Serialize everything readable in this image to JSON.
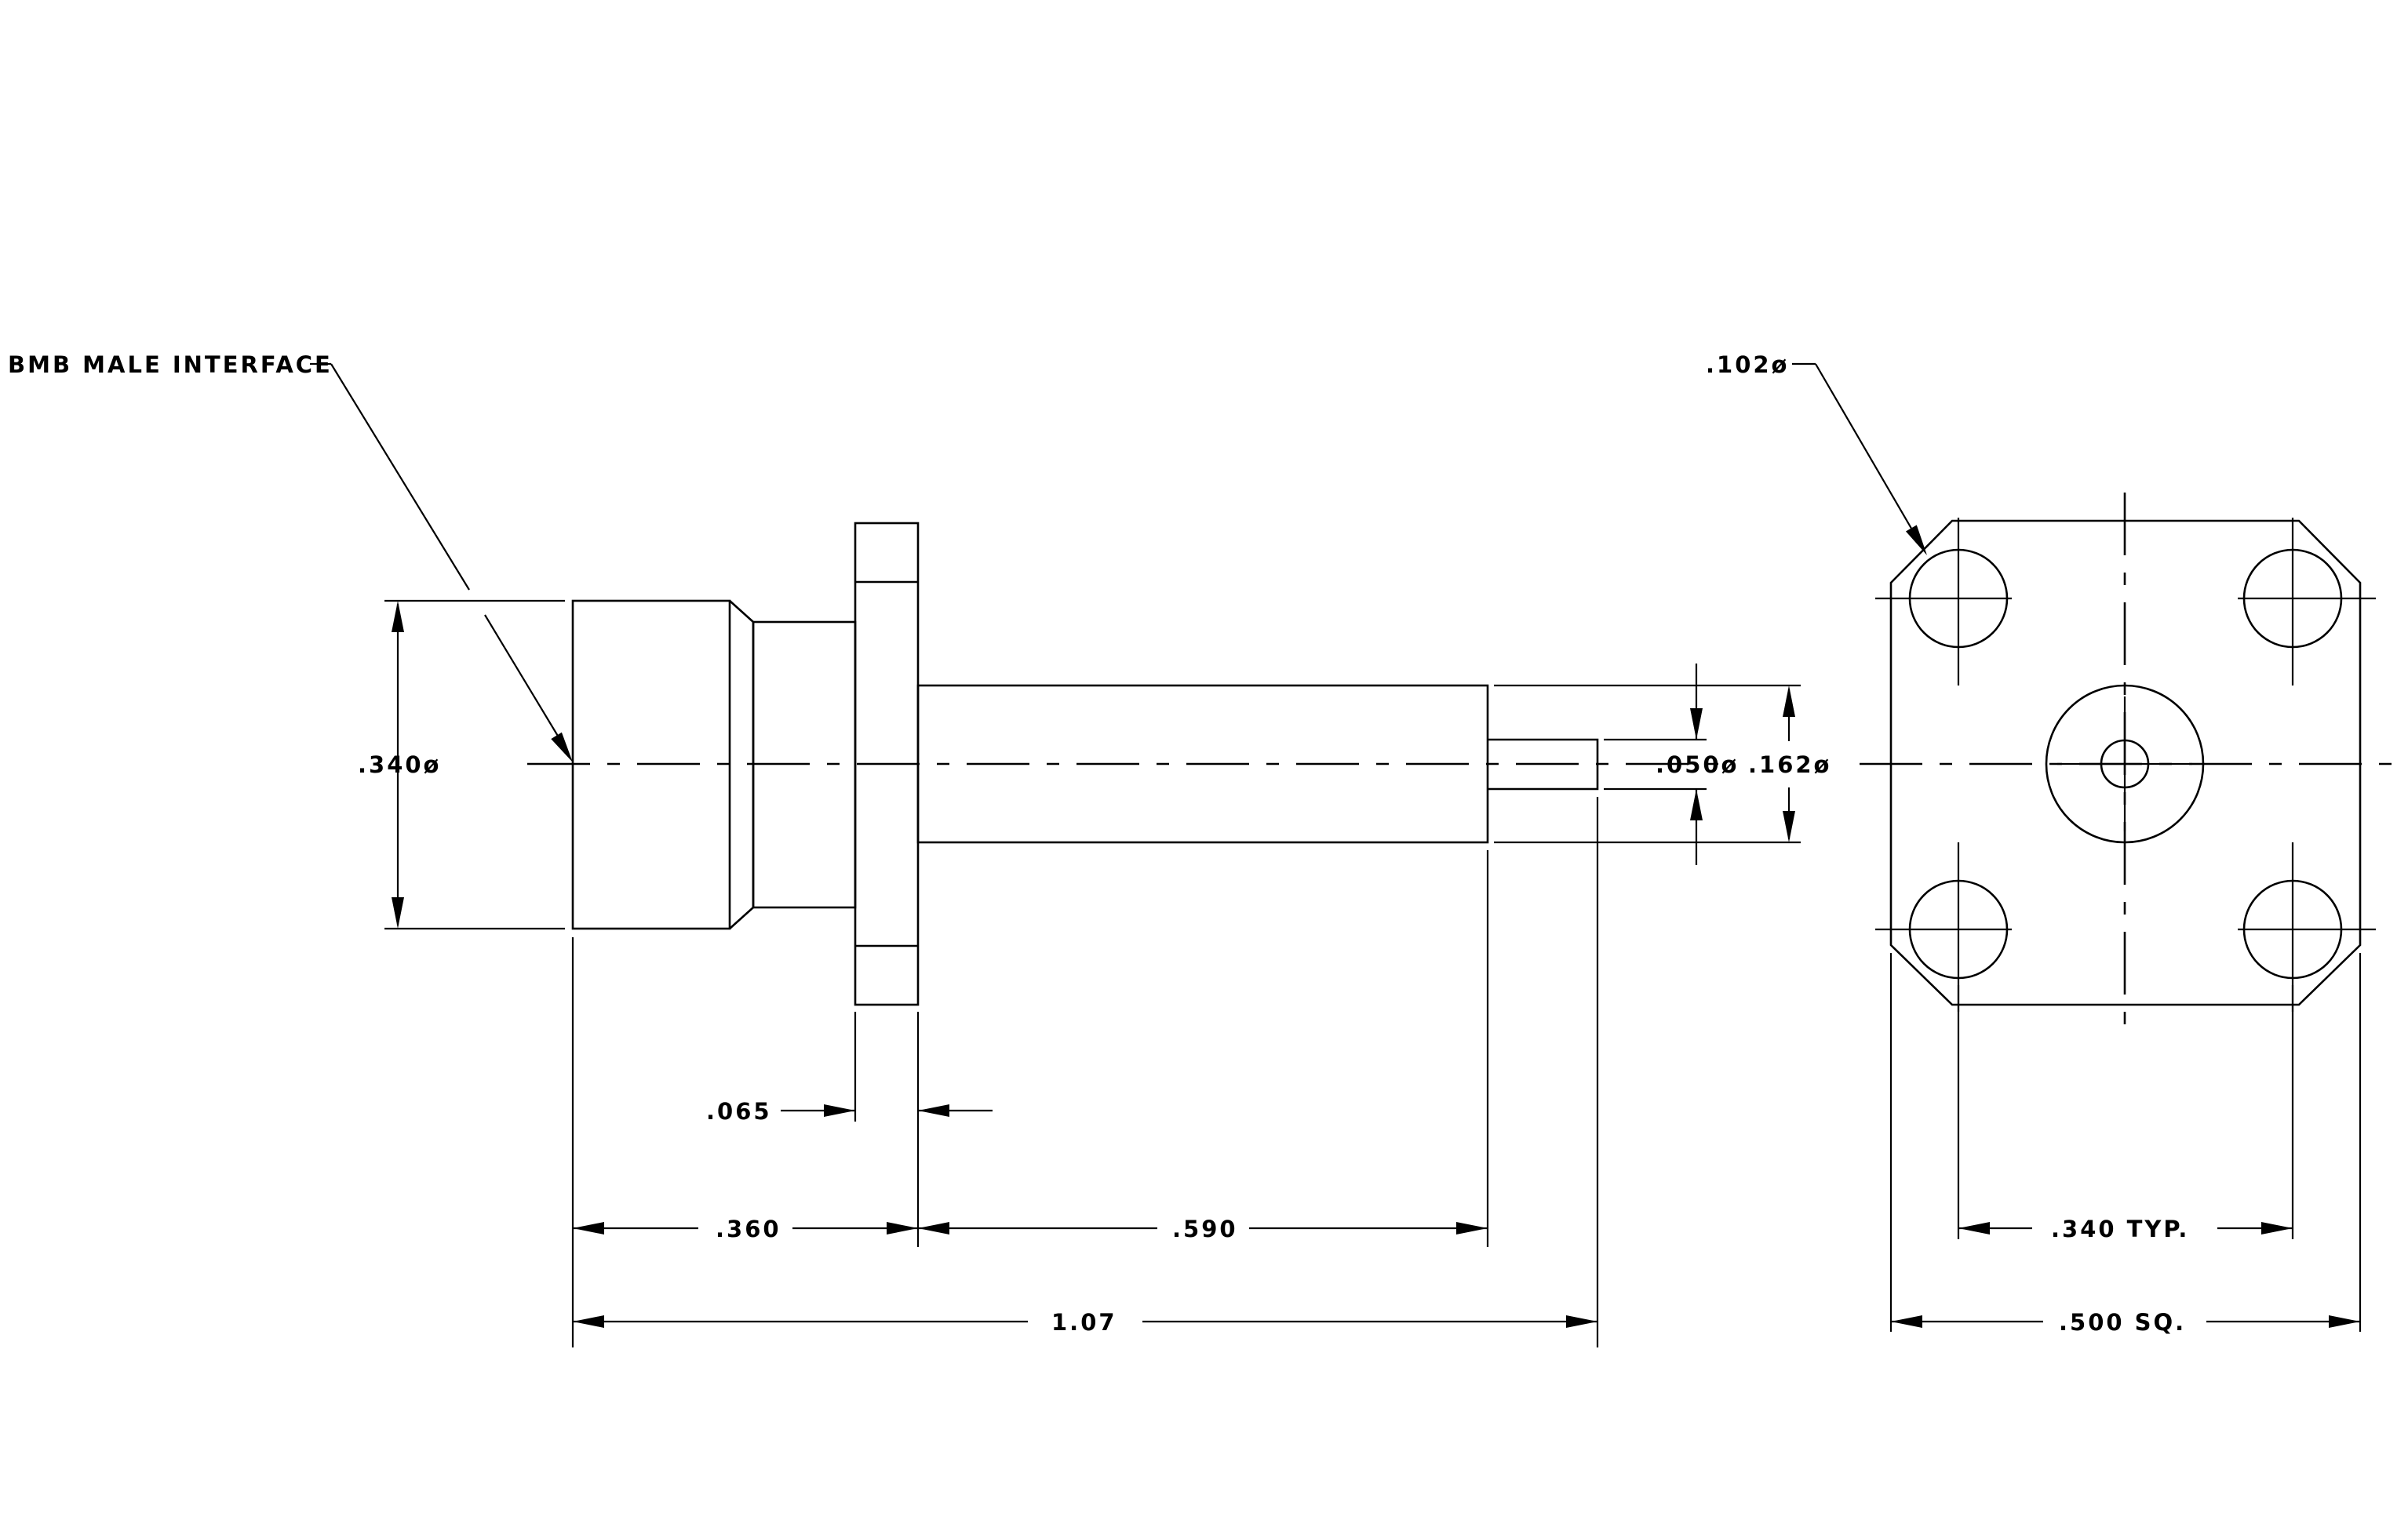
{
  "labels": {
    "interface": "BMB MALE INTERFACE",
    "hole_dia": ".102ø",
    "body_dia": ".340ø",
    "pin_dia": ".050ø",
    "dielectric_dia": ".162ø",
    "flange_thk": ".065",
    "body_len": ".360",
    "tail_len": ".590",
    "overall_len": "1.07",
    "hole_spacing": ".340 TYP.",
    "flange_sq": ".500 SQ."
  }
}
